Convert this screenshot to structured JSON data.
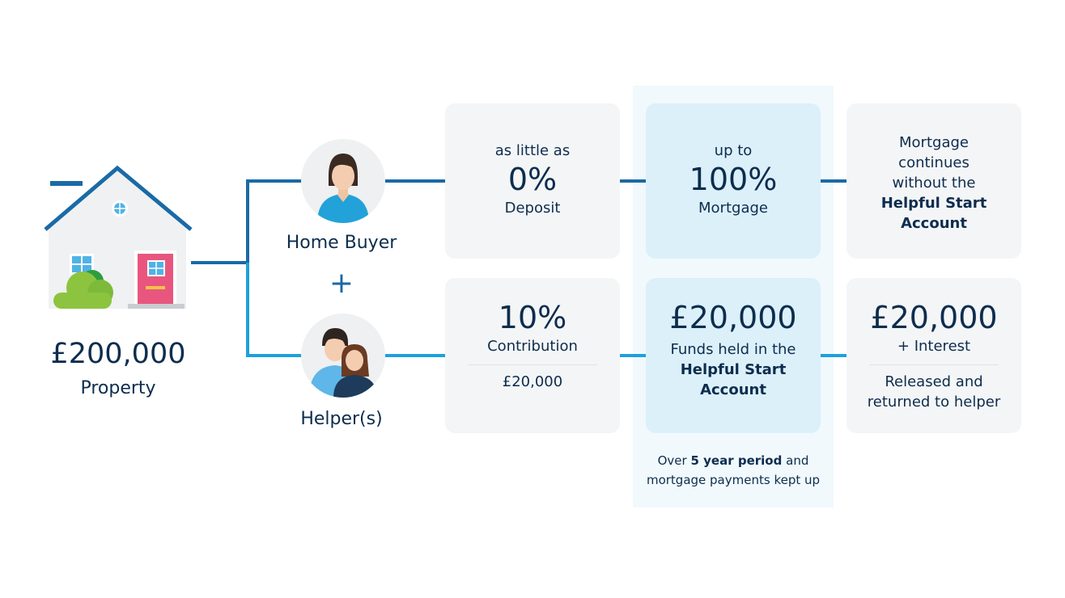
{
  "property": {
    "value": "£200,000",
    "label": "Property"
  },
  "people": {
    "home_buyer": "Home Buyer",
    "plus": "+",
    "helpers": "Helper(s)"
  },
  "row1": {
    "deposit": {
      "top": "as little as",
      "value": "0%",
      "label": "Deposit"
    },
    "mortgage": {
      "top": "up to",
      "value": "100%",
      "label": "Mortgage"
    },
    "continues": {
      "line1": "Mortgage",
      "line2": "continues",
      "line3": "without the",
      "line4": "Helpful Start",
      "line5": "Account"
    }
  },
  "row2": {
    "contribution": {
      "value": "10%",
      "label": "Contribution",
      "amount": "£20,000"
    },
    "funds": {
      "value": "£20,000",
      "line1": "Funds held in the",
      "line2": "Helpful Start",
      "line3": "Account"
    },
    "released": {
      "value": "£20,000",
      "interest": "+ Interest",
      "line1": "Released and",
      "line2": "returned to helper"
    }
  },
  "footnote": {
    "prefix": "Over",
    "period": "5 year period",
    "suffix": "and",
    "line2": "mortgage payments kept up"
  },
  "colors": {
    "navy": "#0d2d4e",
    "dark_line": "#1a6aa6",
    "light_line": "#1ea0dc",
    "card": "#f4f5f6",
    "highlight_card": "#dcf0fa"
  }
}
